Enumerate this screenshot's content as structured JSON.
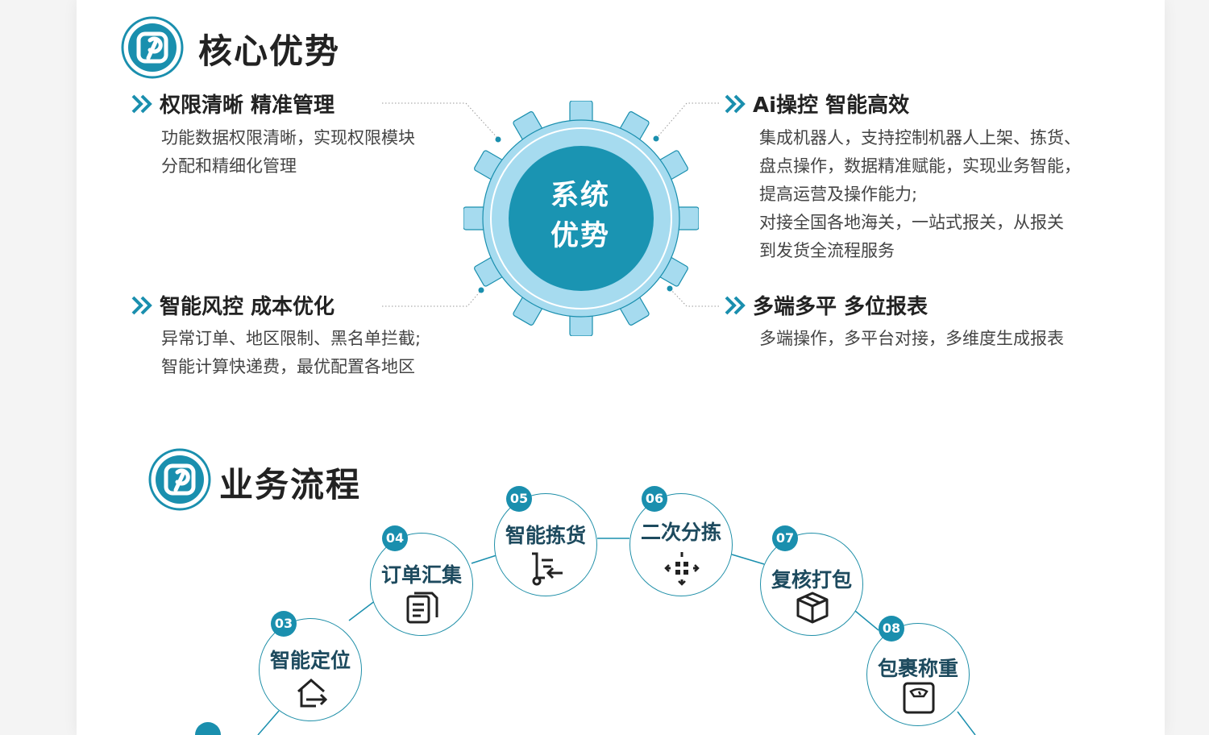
{
  "core": {
    "title": "核心优势",
    "center": {
      "line1": "系统",
      "line2": "优势"
    },
    "features": [
      {
        "title": "权限清晰 精准管理",
        "lines": [
          "功能数据权限清晰，实现权限模块",
          "分配和精细化管理"
        ]
      },
      {
        "title": "Ai操控 智能高效",
        "lines": [
          "集成机器人，支持控制机器人上架、拣货、",
          "盘点操作，数据精准赋能，实现业务智能，",
          "提高运营及操作能力;",
          "对接全国各地海关，一站式报关，从报关",
          "到发货全流程服务"
        ]
      },
      {
        "title": "智能风控 成本优化",
        "lines": [
          "异常订单、地区限制、黑名单拦截;",
          "智能计算快递费，最优配置各地区"
        ]
      },
      {
        "title": "多端多平 多位报表",
        "lines": [
          "多端操作，多平台对接，多维度生成报表"
        ]
      }
    ]
  },
  "process": {
    "title": "业务流程",
    "steps": [
      {
        "num": "03",
        "label": "智能定位",
        "icon": "house-arrow-icon"
      },
      {
        "num": "04",
        "label": "订单汇集",
        "icon": "documents-icon"
      },
      {
        "num": "05",
        "label": "智能拣货",
        "icon": "cart-arrow-icon"
      },
      {
        "num": "06",
        "label": "二次分拣",
        "icon": "grid-arrows-icon"
      },
      {
        "num": "07",
        "label": "复核打包",
        "icon": "box-icon"
      },
      {
        "num": "08",
        "label": "包裹称重",
        "icon": "scale-icon"
      }
    ]
  },
  "colors": {
    "accent": "#1a8fae",
    "gear_outer": "#a6dbef",
    "gear_inner": "#1a94b2",
    "text_dark": "#222222"
  }
}
